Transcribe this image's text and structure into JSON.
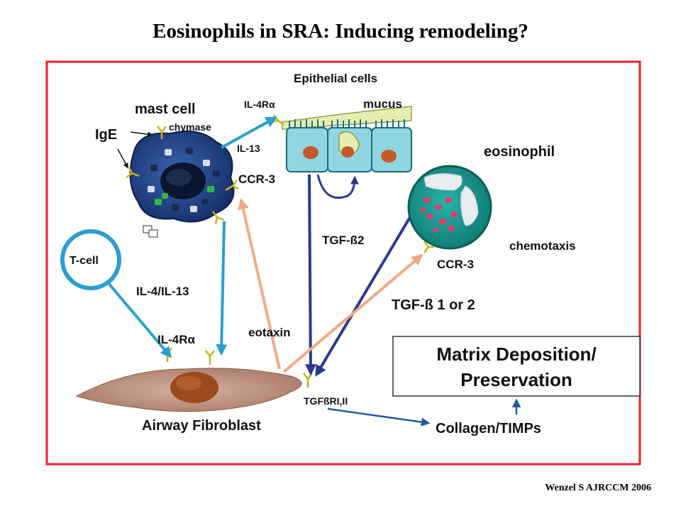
{
  "title": "Eosinophils in  SRA: Inducing  remodeling?",
  "citation": "Wenzel S AJRCCM  2006",
  "labels": {
    "epithelial_cells": "Epithelial cells",
    "mucus": "mucus",
    "il4ra_top": "IL-4Rα",
    "mast_cell": "mast cell",
    "chymase": "chymase",
    "ige": "IgE",
    "il13": "IL-13",
    "ccr3_mast": "CCR-3",
    "eosinophil": "eosinophil",
    "chemotaxis": "chemotaxis",
    "ccr3_eos": "CCR-3",
    "tgf_b2": "TGF-ß2",
    "tgf_b12": "TGF-ß 1 or 2",
    "t_cell": "T-cell",
    "il4_il13": "IL-4/IL-13",
    "il4ra_bottom": "IL-4Rα",
    "eotaxin": "eotaxin",
    "matrix_line1": "Matrix Deposition/",
    "matrix_line2": "Preservation",
    "tgfbr": "TGFßRI,II",
    "airway_fibroblast": "Airway Fibroblast",
    "collagen": "Collagen/TIMPs"
  },
  "colors": {
    "frame": "#e8202a",
    "blue_arrow": "#2a9fd0",
    "navy_arrow": "#2b3a8c",
    "peach_arrow": "#f0aa82",
    "mast_cell": "#1f3d7a",
    "epithelium": "#8fd6e0",
    "fibroblast": "#c0907a",
    "eosinophil": "#1a9e95",
    "granule": "#e8386a"
  }
}
